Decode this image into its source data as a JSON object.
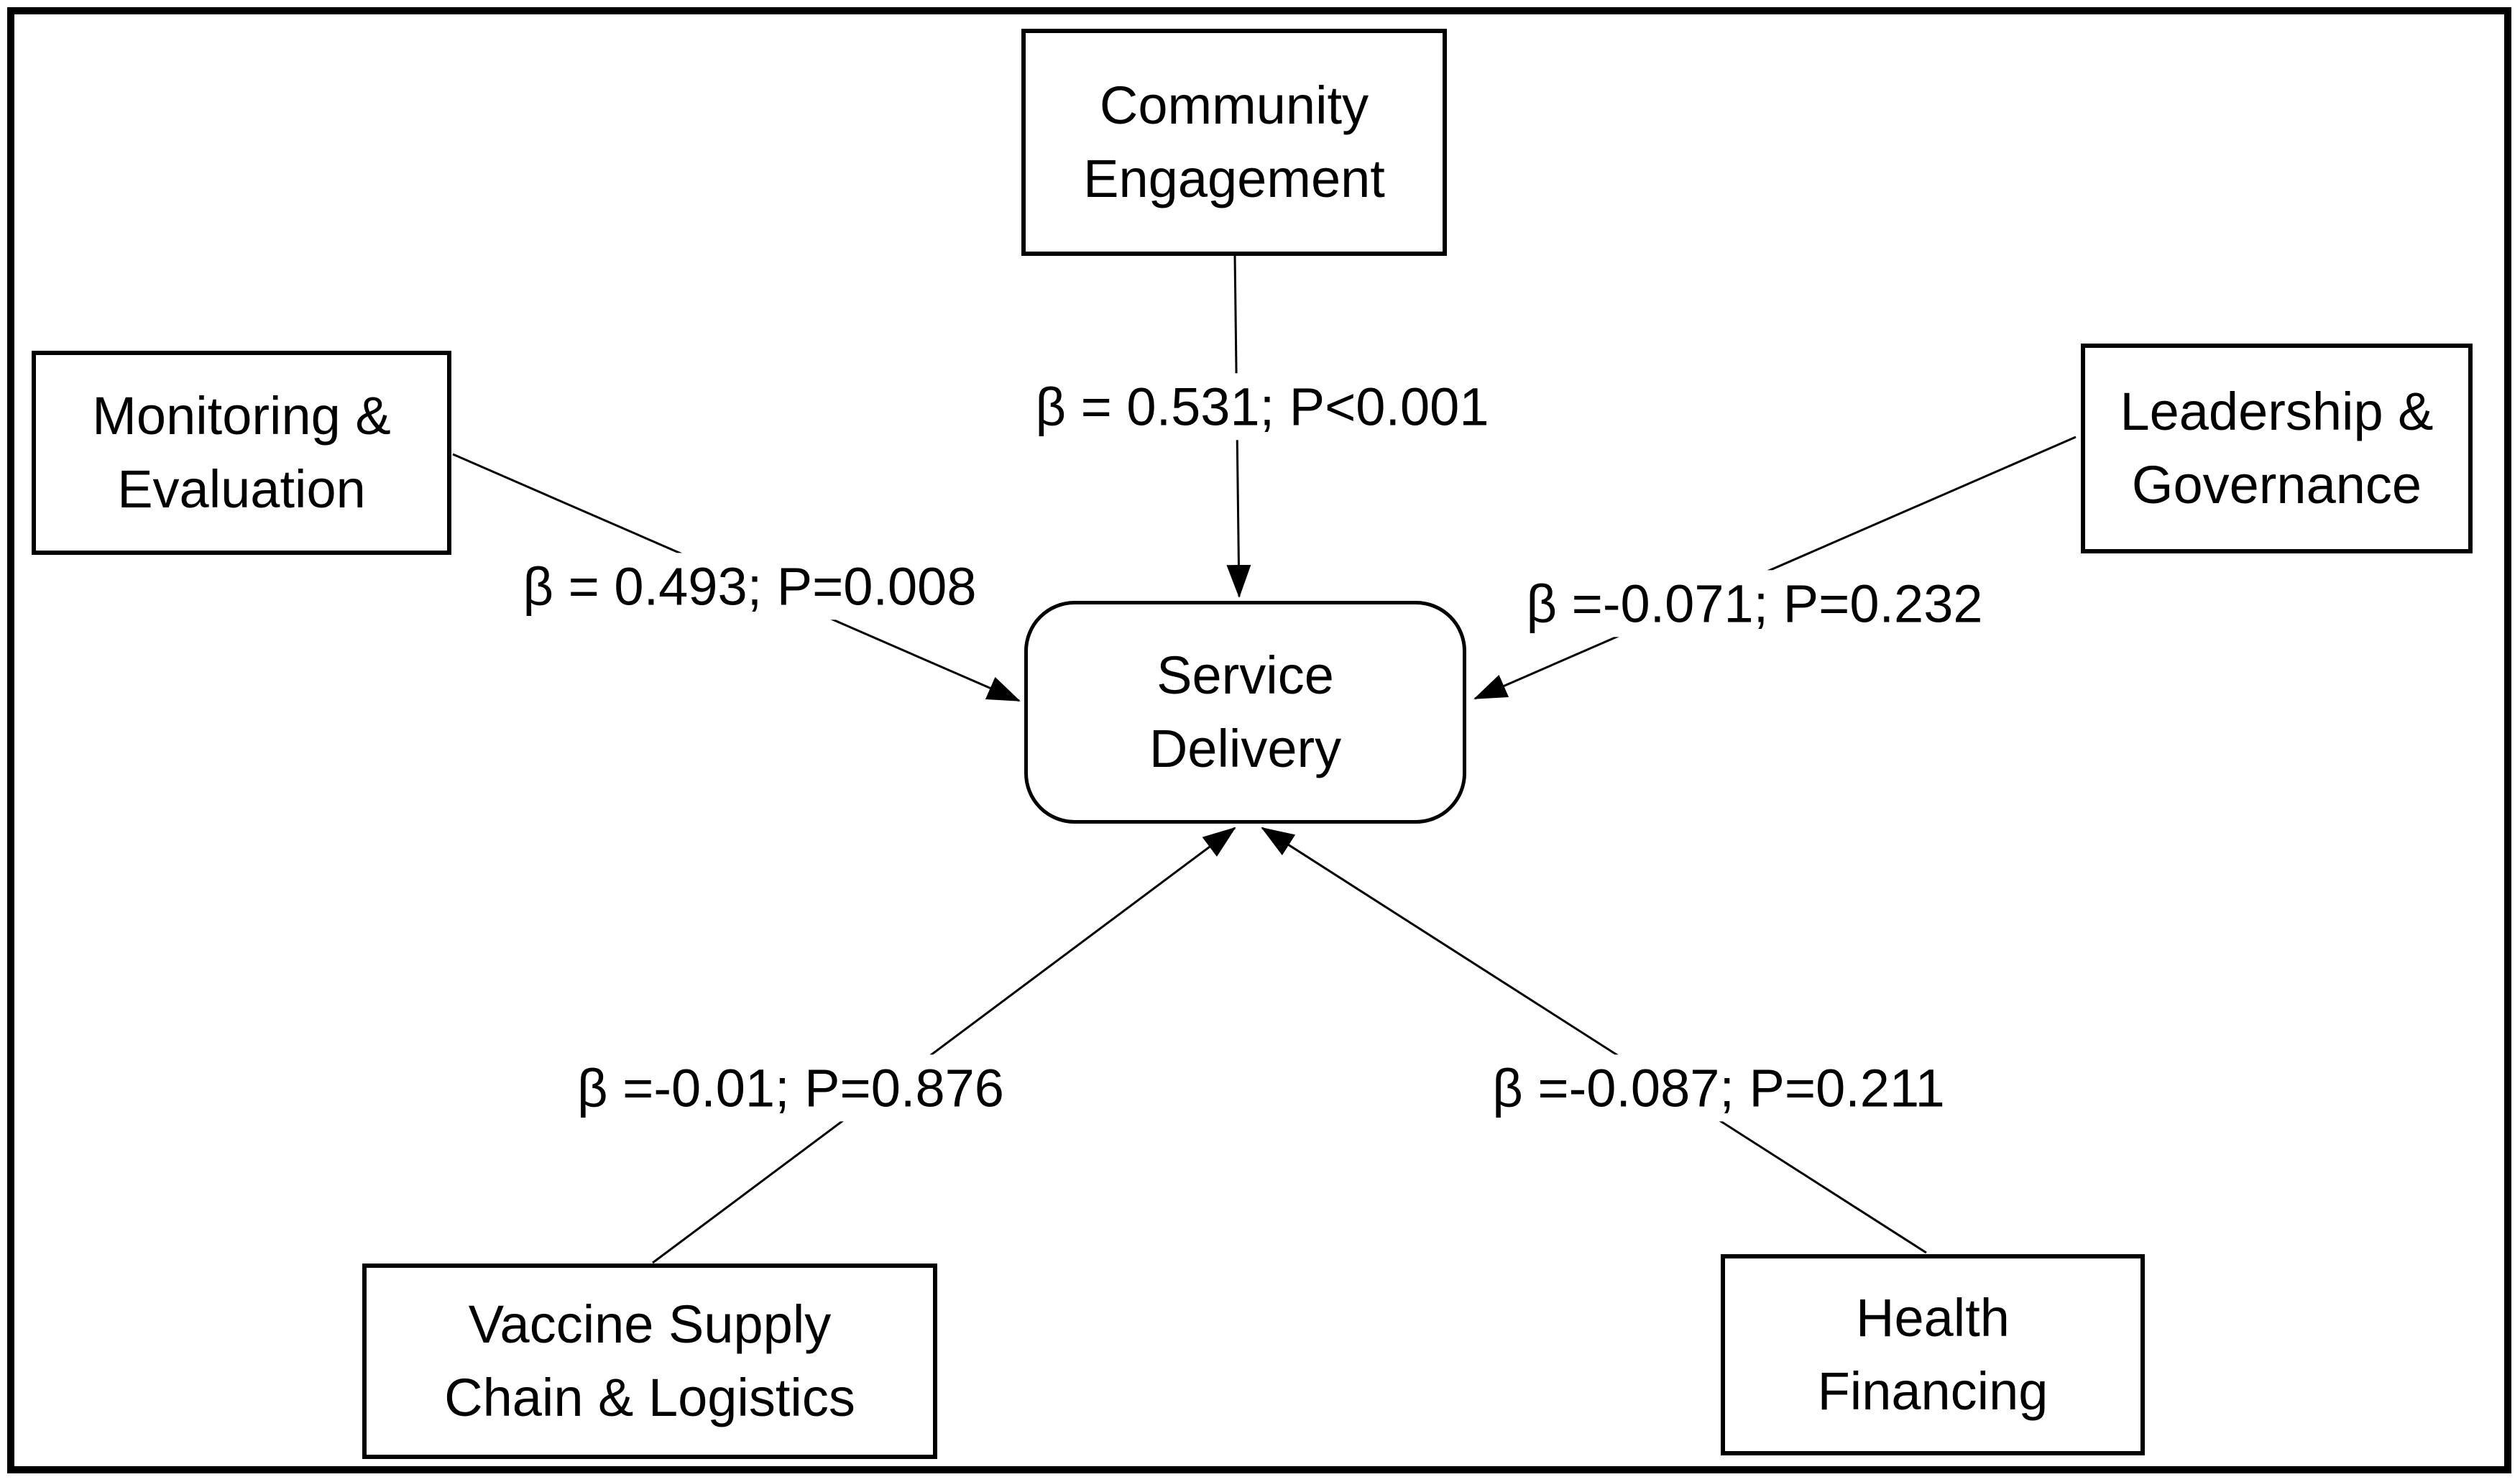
{
  "diagram": {
    "type": "path-model",
    "background": "#ffffff",
    "line_color": "#000000",
    "text_color": "#000000",
    "nodes": {
      "community_engagement": {
        "label": "Community\nEngagement"
      },
      "monitoring_evaluation": {
        "label": "Monitoring &\nEvaluation"
      },
      "leadership_governance": {
        "label": "Leadership &\nGovernance"
      },
      "service_delivery": {
        "label": "Service\nDelivery"
      },
      "vaccine_supply_chain": {
        "label": "Vaccine Supply\nChain & Logistics"
      },
      "health_financing": {
        "label": "Health\nFinancing"
      }
    },
    "edges": [
      {
        "from": "community_engagement",
        "to": "service_delivery",
        "label": "β = 0.531; P<0.001",
        "beta": 0.531,
        "p_value": "<0.001"
      },
      {
        "from": "monitoring_evaluation",
        "to": "service_delivery",
        "label": "β = 0.493; P=0.008",
        "beta": 0.493,
        "p_value": "0.008"
      },
      {
        "from": "leadership_governance",
        "to": "service_delivery",
        "label": "β =-0.071; P=0.232",
        "beta": -0.071,
        "p_value": "0.232"
      },
      {
        "from": "vaccine_supply_chain",
        "to": "service_delivery",
        "label": "β =-0.01; P=0.876",
        "beta": -0.01,
        "p_value": "0.876"
      },
      {
        "from": "health_financing",
        "to": "service_delivery",
        "label": "β =-0.087; P=0.211",
        "beta": -0.087,
        "p_value": "0.211"
      }
    ]
  }
}
